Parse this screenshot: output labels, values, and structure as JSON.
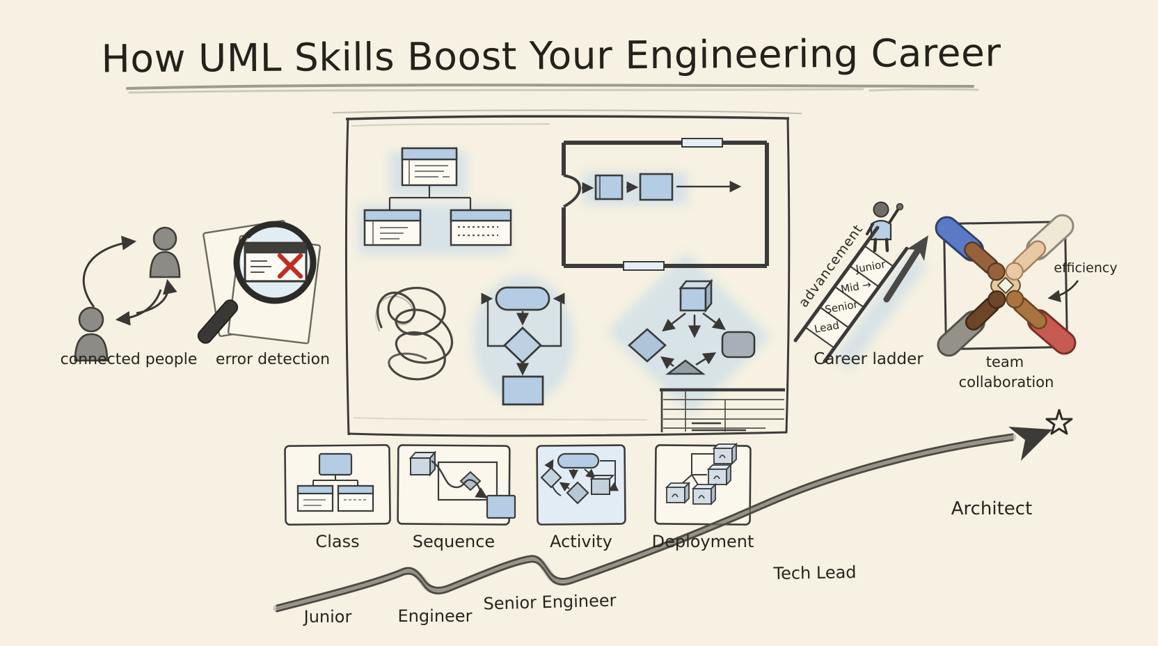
{
  "title": "How UML Skills Boost Your Engineering Career",
  "left_icons": {
    "connected_people": {
      "label": "connected people"
    },
    "error_detection": {
      "label": "error detection"
    }
  },
  "career_ladder": {
    "label": "Career ladder",
    "side_label": "advancement",
    "rungs": [
      "Junior",
      "Mid →",
      "Senior",
      "Lead"
    ]
  },
  "team": {
    "label_line1": "team",
    "label_line2": "collaboration",
    "annotation": "efficiency"
  },
  "diagram_cards": [
    {
      "label": "Class"
    },
    {
      "label": "Sequence"
    },
    {
      "label": "Activity"
    },
    {
      "label": "Deployment"
    }
  ],
  "career_path": {
    "stages": [
      "Junior",
      "Engineer",
      "Senior Engineer",
      "Tech Lead",
      "Architect"
    ]
  },
  "icons": {
    "connected_people": "two-person-figures-with-curved-arrows",
    "error_detection": "magnifying-glass-over-papers-with-red-x",
    "whiteboard": "uml-sketch-board",
    "career_ladder": "ladder-with-climbing-figure-and-arrow",
    "team_collaboration": "four-hands-joined-in-square",
    "career_path": "rising-pencil-arrow",
    "star": "☆"
  },
  "colors": {
    "background": "#f6f1e2",
    "ink": "#2b2a25",
    "pencil": "#8f8c82",
    "blue_fill": "#b5cde4",
    "blue_wash": "#bdd7ea",
    "error_red": "#bf2d25"
  }
}
